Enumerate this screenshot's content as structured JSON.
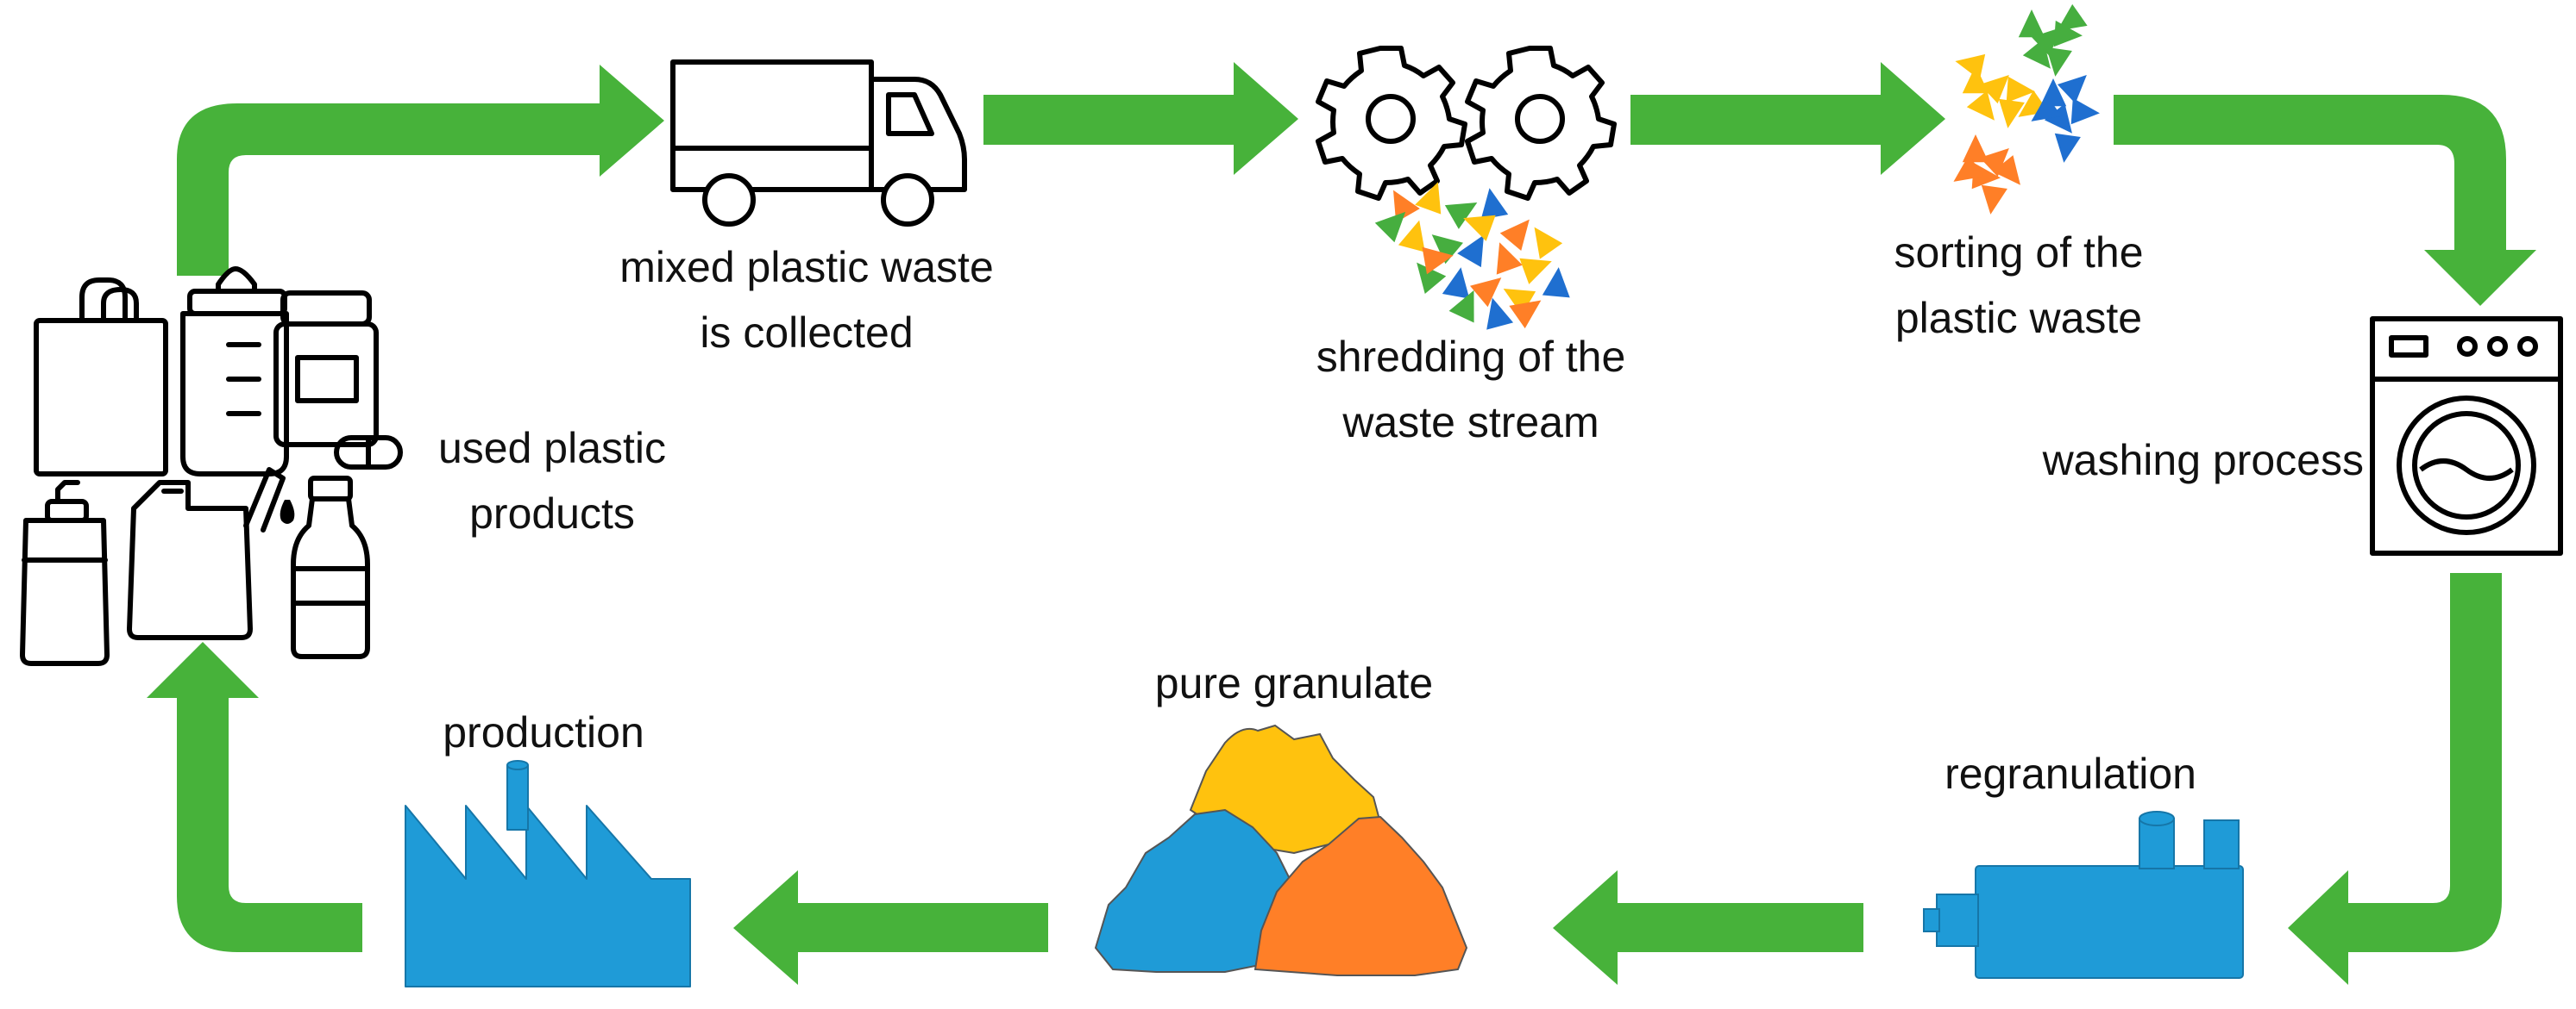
{
  "colors": {
    "arrow": "#47b23a",
    "outline": "#000000",
    "blue": "#1f9bd7",
    "orange": "#ff7f27",
    "yellow": "#ffc20e",
    "green_piece": "#46ae3f",
    "piece_blue": "#1f6fd0"
  },
  "icons": {
    "products": "plastic-products-icon",
    "truck": "truck-icon",
    "gears": "gears-icon",
    "pieces": "shredded-pieces-icon",
    "washer": "washing-machine-icon",
    "regranulator": "regranulator-machine-icon",
    "granulate": "granulate-pile-icon",
    "factory": "factory-icon"
  },
  "labels": {
    "collected_1": "mixed plastic waste",
    "collected_2": "is collected",
    "shredding_1": "shredding of the",
    "shredding_2": "waste stream",
    "sorting_1": "sorting of the",
    "sorting_2": "plastic waste",
    "washing": "washing process",
    "regranulation": "regranulation",
    "granulate": "pure granulate",
    "production": "production",
    "used_1": "used plastic",
    "used_2": "products"
  }
}
